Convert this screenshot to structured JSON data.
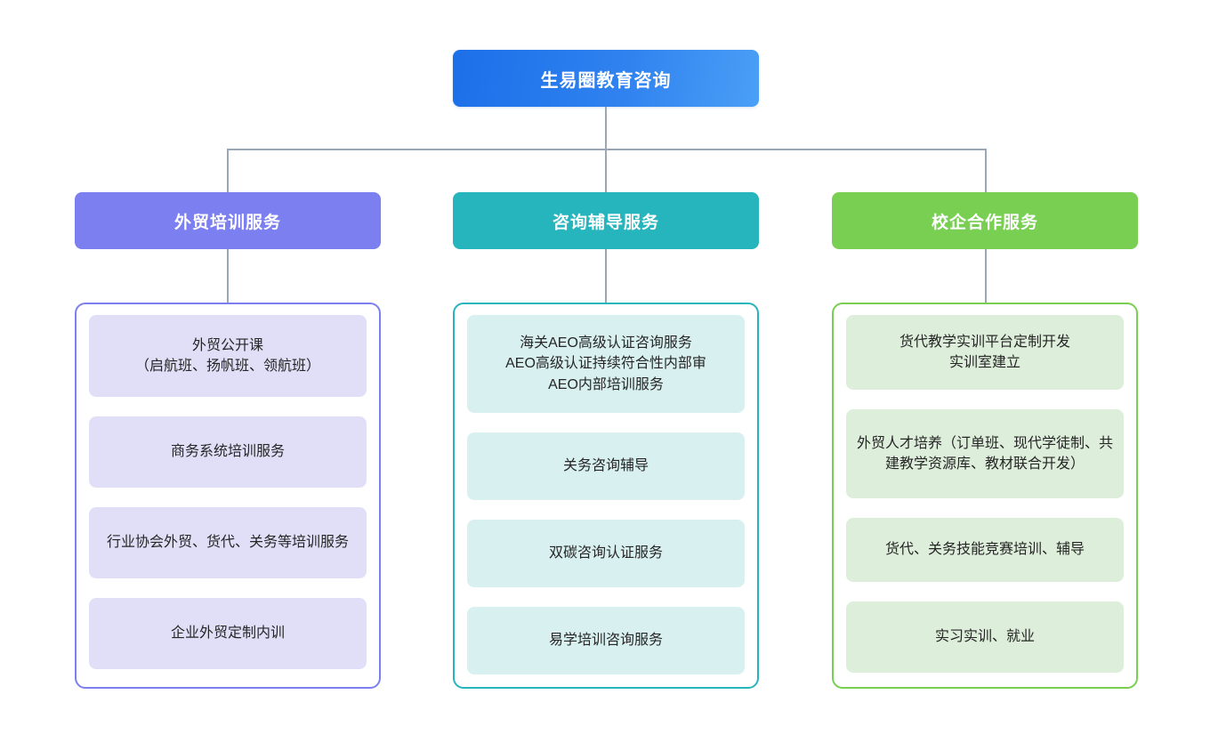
{
  "root": {
    "title": "生易圈教育咨询",
    "color_from": "#1c6fe8",
    "color_to": "#4a9ff6"
  },
  "connector_color": "#9aa7b4",
  "branches": [
    {
      "title": "外贸培训服务",
      "accent": "#7b7fef",
      "item_bg": "#e0dff7",
      "items": [
        {
          "label": "外贸公开课\n（启航班、扬帆班、领航班）",
          "height": 92
        },
        {
          "label": "商务系统培训服务",
          "height": 80
        },
        {
          "label": "行业协会外贸、货代、关务等培训服务",
          "height": 80
        },
        {
          "label": "企业外贸定制内训",
          "height": 80
        }
      ]
    },
    {
      "title": "咨询辅导服务",
      "accent": "#26b4bd",
      "item_bg": "#d9f0f1",
      "items": [
        {
          "label": "海关AEO高级认证咨询服务\nAEO高级认证持续符合性内部审\nAEO内部培训服务",
          "height": 110
        },
        {
          "label": "关务咨询辅导",
          "height": 76
        },
        {
          "label": "双碳咨询认证服务",
          "height": 76
        },
        {
          "label": "易学培训咨询服务",
          "height": 76
        }
      ]
    },
    {
      "title": "校企合作服务",
      "accent": "#78cf52",
      "item_bg": "#ddeedb",
      "items": [
        {
          "label": "货代教学实训平台定制开发\n实训室建立",
          "height": 84
        },
        {
          "label": "外贸人才培养（订单班、现代学徒制、共建教学资源库、教材联合开发）",
          "height": 100
        },
        {
          "label": "货代、关务技能竞赛培训、辅导",
          "height": 72
        },
        {
          "label": "实习实训、就业",
          "height": 80
        }
      ]
    }
  ]
}
